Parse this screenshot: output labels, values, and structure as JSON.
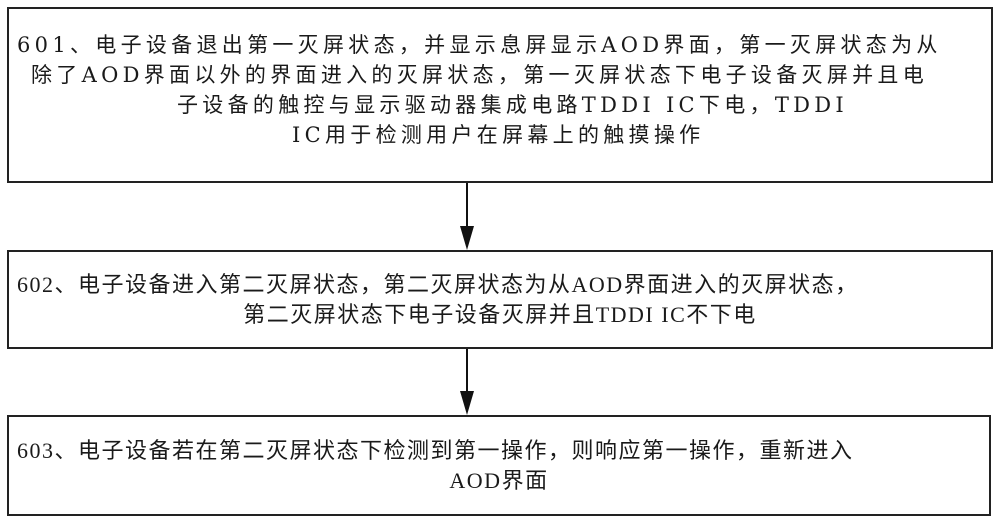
{
  "flowchart": {
    "steps": [
      {
        "id": "601",
        "lines": [
          "601、电子设备退出第一灭屏状态，并显示息屏显示AOD界面，第一灭屏状态为从",
          "除了AOD界面以外的界面进入的灭屏状态，第一灭屏状态下电子设备灭屏并且电",
          "子设备的触控与显示驱动器集成电路TDDI IC下电，TDDI",
          "IC用于检测用户在屏幕上的触摸操作"
        ]
      },
      {
        "id": "602",
        "lines": [
          "602、电子设备进入第二灭屏状态，第二灭屏状态为从AOD界面进入的灭屏状态，",
          "第二灭屏状态下电子设备灭屏并且TDDI IC不下电"
        ]
      },
      {
        "id": "603",
        "lines": [
          "603、电子设备若在第二灭屏状态下检测到第一操作，则响应第一操作，重新进入",
          "AOD界面"
        ]
      }
    ],
    "edges": [
      {
        "from": "601",
        "to": "602",
        "icon": "arrow-down-icon"
      },
      {
        "from": "602",
        "to": "603",
        "icon": "arrow-down-icon"
      }
    ],
    "colors": {
      "border": "#222222",
      "arrow": "#111111",
      "background": "#ffffff"
    }
  }
}
